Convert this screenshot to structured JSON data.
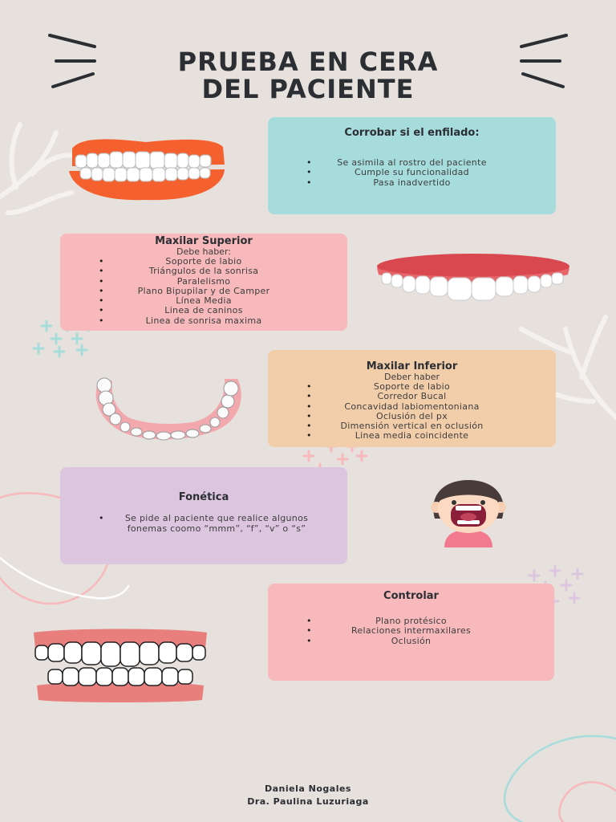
{
  "title": {
    "line1": "PRUEBA EN CERA",
    "line2": "DEL PACIENTE"
  },
  "colors": {
    "background": "#e6e1dc",
    "teal": "#a7dcdc",
    "pink": "#f7b9bb",
    "peach": "#f2cdaa",
    "lilac": "#dcc6df"
  },
  "icons": [
    "deco-lines-icon",
    "dentures-icon",
    "upper-teeth-icon",
    "lower-arch-icon",
    "girl-open-mouth-icon",
    "full-denture-icon",
    "leaf-icon",
    "cross-pattern-icon"
  ],
  "cards": {
    "enfilado": {
      "heading": "Corrobar si el enfilado:",
      "items": [
        "Se asimila al rostro del paciente",
        "Cumple su funcionalidad",
        "Pasa inadvertido"
      ]
    },
    "superior": {
      "heading": "Maxilar Superior",
      "sub": "Debe haber:",
      "items": [
        "Soporte de labio",
        "Triángulos de la sonrisa",
        "Paralelismo",
        "Plano Bipupilar y de Camper",
        "Línea Media",
        "Linea de caninos",
        "Linea de sonrisa maxima"
      ]
    },
    "inferior": {
      "heading": "Maxilar Inferior",
      "sub": "Deber haber",
      "items": [
        "Soporte de labio",
        "Corredor Bucal",
        "Concavidad labiomentoniana",
        "Oclusión del px",
        "Dimensión vertical en oclusión",
        "Linea media coincidente"
      ]
    },
    "fonetica": {
      "heading": "Fonética",
      "items": [
        "Se pide al paciente que realice algunos fonemas coomo “mmm”, “f”, “v” o “s”"
      ]
    },
    "controlar": {
      "heading": "Controlar",
      "items": [
        "Plano protésico",
        "Relaciones intermaxilares",
        "Oclusión"
      ]
    }
  },
  "footer": {
    "author": "Daniela Nogales",
    "advisor": "Dra. Paulina Luzuriaga"
  }
}
